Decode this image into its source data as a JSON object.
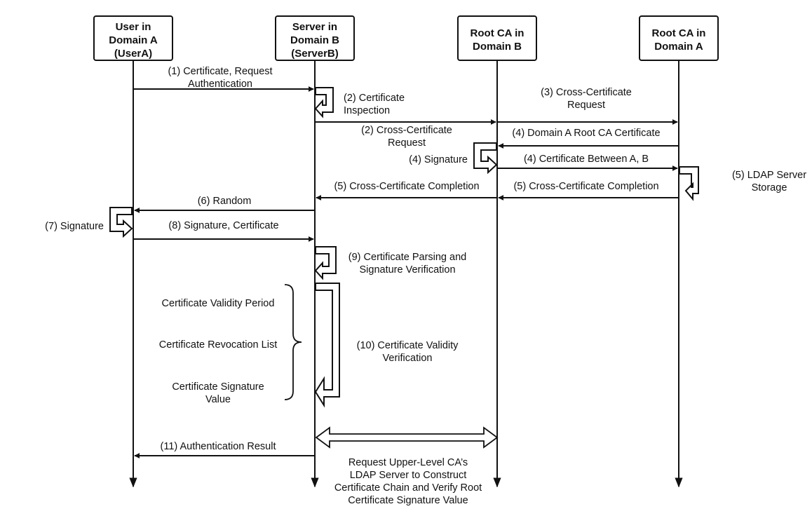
{
  "participants": [
    {
      "id": "usera",
      "lines": [
        "User in",
        "Domain A",
        "(UserA)"
      ]
    },
    {
      "id": "serverb",
      "lines": [
        "Server in",
        "Domain B",
        "(ServerB)"
      ]
    },
    {
      "id": "rootcab",
      "lines": [
        "Root CA in",
        "Domain B"
      ]
    },
    {
      "id": "rootcaa",
      "lines": [
        "Root CA in",
        "Domain A"
      ]
    }
  ],
  "messages": {
    "m1": [
      "(1) Certificate, Request",
      "Authentication"
    ],
    "m2a": [
      "(2) Certificate",
      "Inspection"
    ],
    "m2b": [
      "(2) Cross-Certificate",
      "Request"
    ],
    "m3": [
      "(3) Cross-Certificate",
      "Request"
    ],
    "m4a": [
      "(4) Domain A Root CA Certificate"
    ],
    "m4b": [
      "(4) Signature"
    ],
    "m4c": [
      "(4) Certificate Between A, B"
    ],
    "m5a": [
      "(5) LDAP Server",
      "Storage"
    ],
    "m5b": [
      "(5) Cross-Certificate Completion"
    ],
    "m5c": [
      "(5) Cross-Certificate Completion"
    ],
    "m6": [
      "(6) Random"
    ],
    "m7": [
      "(7) Signature"
    ],
    "m8": [
      "(8) Signature, Certificate"
    ],
    "m9": [
      "(9) Certificate Parsing and",
      "Signature Verification"
    ],
    "m10": [
      "(10) Certificate Validity",
      "Verification"
    ],
    "m11": [
      "(11) Authentication Result"
    ]
  },
  "brace_items": {
    "b1": [
      "Certificate Validity Period"
    ],
    "b2": [
      "Certificate Revocation List"
    ],
    "b3": [
      "Certificate Signature",
      "Value"
    ]
  },
  "chain_note": [
    "Request Upper-Level CA’s",
    "LDAP Server to Construct",
    "Certificate Chain and Verify Root",
    "Certificate Signature Value"
  ]
}
